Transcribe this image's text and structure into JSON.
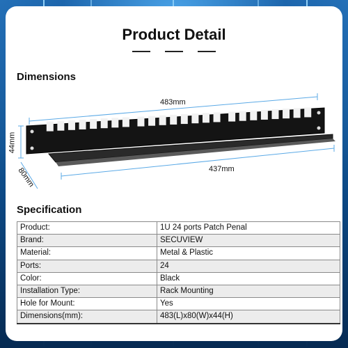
{
  "page": {
    "title": "Product Detail",
    "dimensions_heading": "Dimensions",
    "specification_heading": "Specification"
  },
  "dimensions": {
    "width_top": "483mm",
    "height": "44mm",
    "depth": "80mm",
    "width_bottom": "437mm"
  },
  "specification": [
    {
      "label": "Product:",
      "value": "1U 24 ports Patch Penal"
    },
    {
      "label": "Brand:",
      "value": "SECUVIEW"
    },
    {
      "label": "Material:",
      "value": "Metal  & Plastic"
    },
    {
      "label": "Ports:",
      "value": "24"
    },
    {
      "label": "Color:",
      "value": "Black"
    },
    {
      "label": "Installation Type:",
      "value": "Rack Mounting"
    },
    {
      "label": "Hole for Mount:",
      "value": "Yes"
    },
    {
      "label": "Dimensions(mm):",
      "value": "483(L)x80(W)x44(H)"
    }
  ],
  "colors": {
    "background": "#0d4a86",
    "card": "#ffffff",
    "dimension_line": "#5aa9e6"
  }
}
